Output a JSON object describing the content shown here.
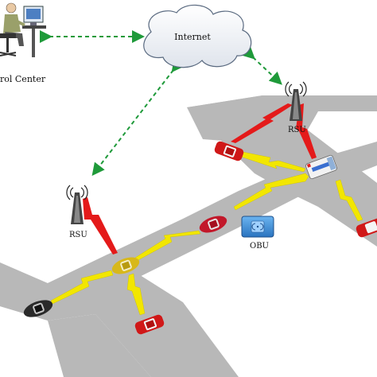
{
  "labels": {
    "control_center": "rol Center",
    "internet": "Internet",
    "rsu_top": "RSU",
    "rsu_left": "RSU",
    "obu": "OBU"
  },
  "colors": {
    "road": "#b8b8b8",
    "v2v_link": "#f2e600",
    "v2i_link": "#e41a1a",
    "internet_link": "#1f9a3a",
    "cloud_fill": "#f4f6fa",
    "obu_fill": "#3a8fd8"
  },
  "icons": [
    "operator-icon",
    "cloud-icon",
    "antenna-icon",
    "car-icon",
    "ambulance-icon",
    "obu-device-icon"
  ]
}
